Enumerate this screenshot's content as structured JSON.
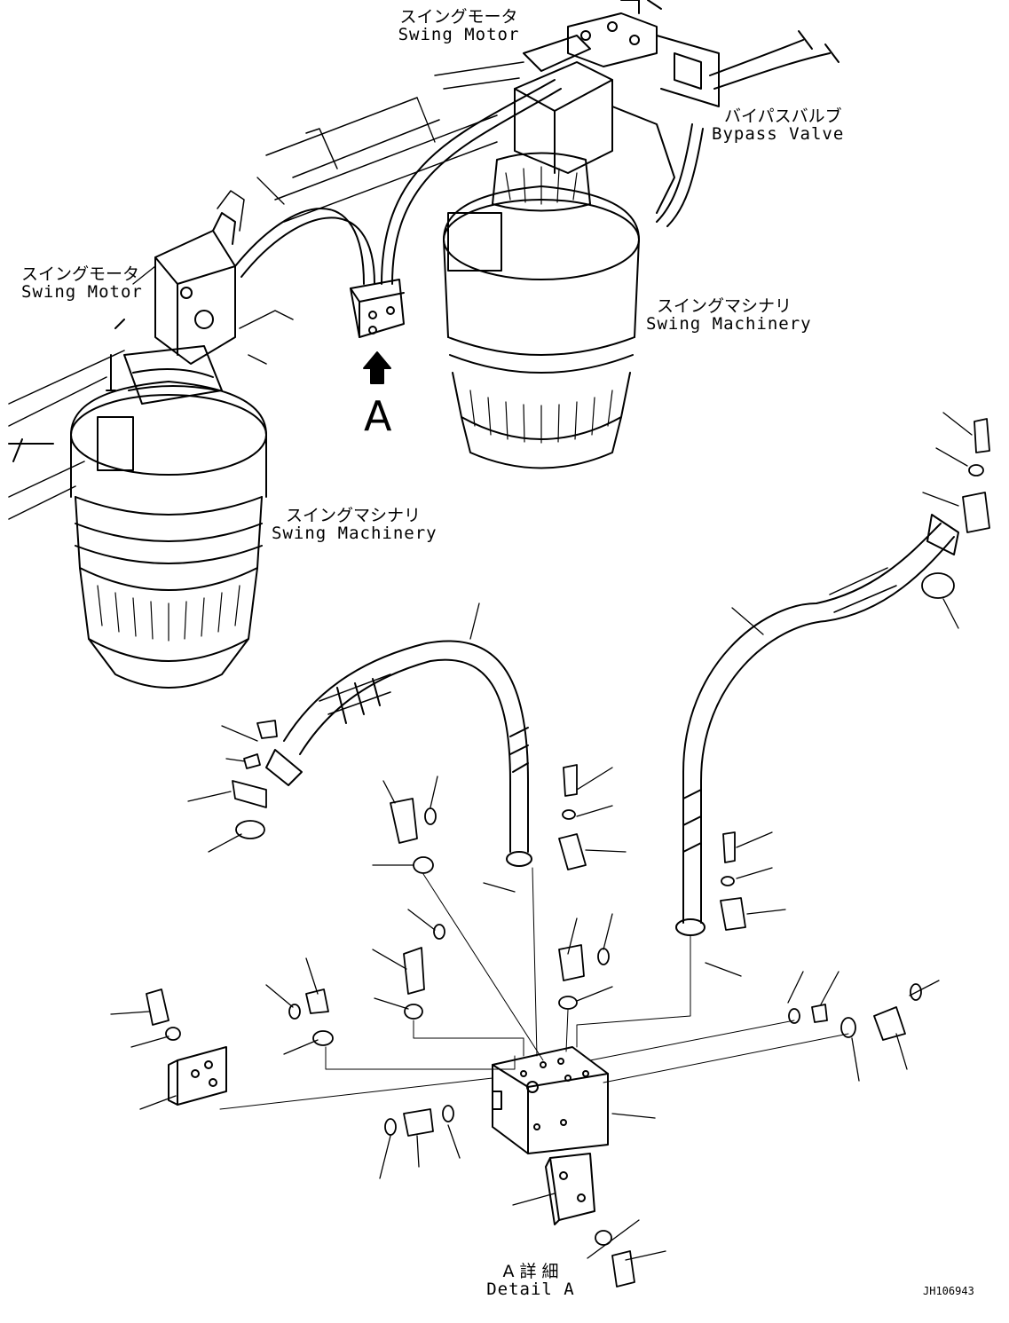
{
  "labels": {
    "swing_motor_top": {
      "jp": "スイングモータ",
      "en": "Swing Motor"
    },
    "swing_motor_left": {
      "jp": "スイングモータ",
      "en": "Swing Motor"
    },
    "bypass_valve": {
      "jp": "バイパスバルブ",
      "en": "Bypass Valve"
    },
    "swing_machinery_right": {
      "jp": "スイングマシナリ",
      "en": "Swing Machinery"
    },
    "swing_machinery_left": {
      "jp": "スイングマシナリ",
      "en": "Swing Machinery"
    },
    "detail": {
      "jp": "A 詳 細",
      "en": "Detail A"
    }
  },
  "view_marker": "A",
  "drawing_code": "JH106943"
}
